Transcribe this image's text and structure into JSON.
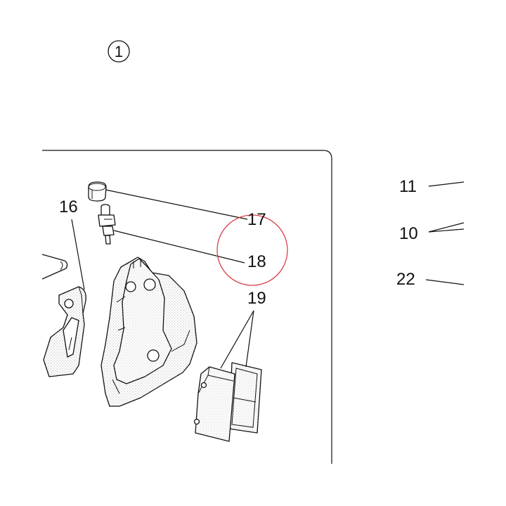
{
  "figure_number": "1",
  "callouts": {
    "c16": "16",
    "c17": "17",
    "c18": "18",
    "c19": "19",
    "c11": "11",
    "c10": "10",
    "c22": "22"
  },
  "highlight_color": "#d8404a",
  "icons": {
    "bleed_cap": "bleed-valve-cap-icon",
    "bleed_screw": "bleed-screw-icon",
    "caliper": "brake-caliper-icon",
    "bracket": "caliper-bracket-icon",
    "pin": "pad-pin-icon",
    "pads": "brake-pad-icon"
  }
}
